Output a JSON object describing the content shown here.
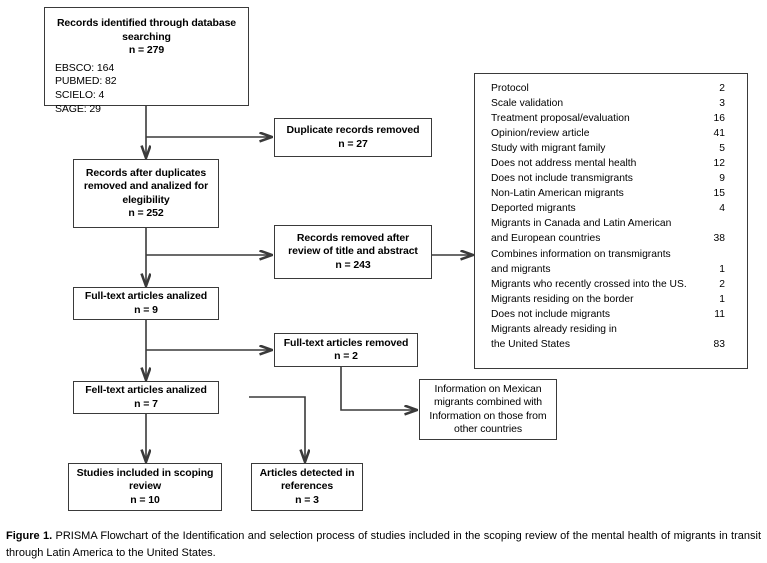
{
  "figure": {
    "caption_label": "Figure 1.",
    "caption_text": " PRISMA Flowchart of the Identification and selection process of studies included in the scoping review of the mental health of migrants in transit through Latin America to the United States."
  },
  "colors": {
    "background": "#ffffff",
    "box_border": "#3a3a3a",
    "connector": "#3a3a3a",
    "text": "#000000"
  },
  "boxes": {
    "records_identified": {
      "title_line1": "Records identified through database",
      "title_line2": "searching",
      "n_label": "n = 279",
      "sources": [
        "EBSCO: 164",
        "PUBMED: 82",
        "SCIELO: 4",
        "SAGE: 29"
      ]
    },
    "duplicates_removed": {
      "line1": "Duplicate records removed",
      "n_label": "n = 27"
    },
    "records_after_duplicates": {
      "line1": "Records after duplicates",
      "line2": "removed and analized for",
      "line3": "elegibility",
      "n_label": "n = 252"
    },
    "records_removed_review": {
      "line1": "Records removed after",
      "line2": "review of title and abstract",
      "n_label": "n = 243"
    },
    "fulltext_analized": {
      "line1": "Full-text articles analized",
      "n_label": "n = 9"
    },
    "fulltext_removed": {
      "line1": "Full-text articles removed",
      "n_label": "n = 2"
    },
    "felltext_analized": {
      "line1": "Fell-text articles analized",
      "n_label": "n = 7"
    },
    "mexican_combined": {
      "line1": "Information on Mexican",
      "line2": "migrants combined with",
      "line3": "Information on those from",
      "line4": "other countries"
    },
    "studies_included": {
      "line1": "Studies included in scoping",
      "line2": "review",
      "n_label": "n = 10"
    },
    "articles_references": {
      "line1": "Articles detected in",
      "line2": "references",
      "n_label": "n = 3"
    }
  },
  "exclusion_reasons": [
    {
      "label": "Protocol",
      "count": "2"
    },
    {
      "label": "Scale validation",
      "count": "3"
    },
    {
      "label": "Treatment proposal/evaluation",
      "count": "16"
    },
    {
      "label": "Opinion/review article",
      "count": "41"
    },
    {
      "label": "Study with migrant family",
      "count": "5"
    },
    {
      "label": "Does not address mental health",
      "count": "12"
    },
    {
      "label": "Does not include transmigrants",
      "count": "9"
    },
    {
      "label": "Non-Latin American migrants",
      "count": "15"
    },
    {
      "label": "Deported migrants",
      "count": "4"
    },
    {
      "label": "Migrants in Canada and Latin American",
      "count": ""
    },
    {
      "label": "and European countries",
      "count": "38"
    },
    {
      "label": "Combines information on transmigrants",
      "count": ""
    },
    {
      "label": "and migrants",
      "count": "1"
    },
    {
      "label": "Migrants who recently crossed into the US.",
      "count": "2"
    },
    {
      "label": "Migrants residing on the border",
      "count": "1"
    },
    {
      "label": "Does not include migrants",
      "count": "11"
    },
    {
      "label": "Migrants already residing in",
      "count": ""
    },
    {
      "label": "the United States",
      "count": "83"
    }
  ]
}
